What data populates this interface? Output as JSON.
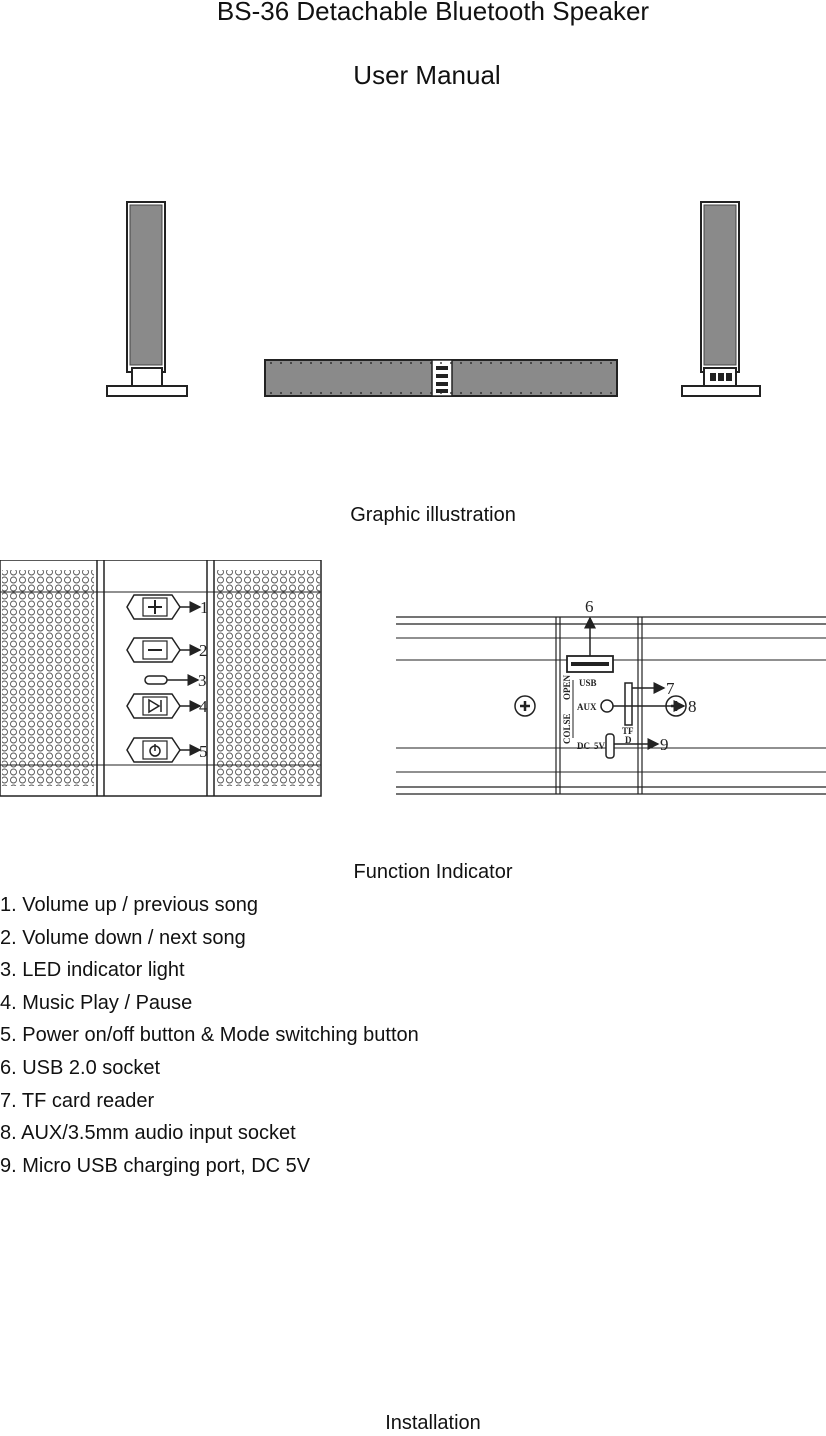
{
  "header": {
    "title": "BS-36 Detachable Bluetooth Speaker",
    "subtitle": "User Manual"
  },
  "illustration": {
    "caption": "Graphic illustration"
  },
  "function_indicator": {
    "heading": "Function Indicator",
    "callout_numbers": [
      "1",
      "2",
      "3",
      "4",
      "5",
      "6",
      "7",
      "8",
      "9"
    ],
    "panel_labels": {
      "usb": "USB",
      "aux": "AUX",
      "tf": "TF",
      "d": "D",
      "dc": "DC",
      "volt": "5V",
      "open": "OPEN",
      "close": "COLSE"
    },
    "items": [
      "1. Volume up / previous song",
      "2. Volume down / next song",
      "3. LED indicator light",
      "4. Music Play / Pause",
      "5. Power on/off button & Mode switching button",
      "6. USB 2.0 socket",
      "7. TF card reader",
      "8. AUX/3.5mm audio input socket",
      "9. Micro USB charging port, DC 5V"
    ]
  },
  "installation": {
    "heading": "Installation"
  }
}
